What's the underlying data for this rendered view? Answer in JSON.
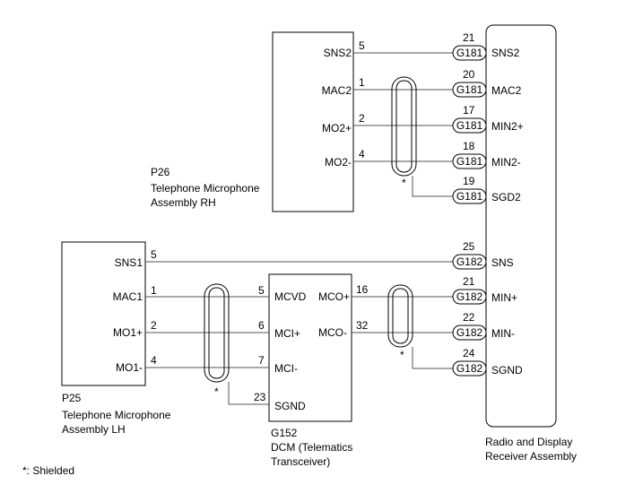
{
  "components": {
    "p26": {
      "code": "P26",
      "name_line1": "Telephone Microphone",
      "name_line2": "Assembly RH",
      "pins": [
        {
          "label": "SNS2",
          "num": "5"
        },
        {
          "label": "MAC2",
          "num": "1"
        },
        {
          "label": "MO2+",
          "num": "2"
        },
        {
          "label": "MO2-",
          "num": "4"
        }
      ]
    },
    "p25": {
      "code": "P25",
      "name_line1": "Telephone Microphone",
      "name_line2": "Assembly LH",
      "pins": [
        {
          "label": "SNS1",
          "num": "5"
        },
        {
          "label": "MAC1",
          "num": "1"
        },
        {
          "label": "MO1+",
          "num": "2"
        },
        {
          "label": "MO1-",
          "num": "4"
        }
      ]
    },
    "g152": {
      "code": "G152",
      "name_line1": "DCM (Telematics",
      "name_line2": "Transceiver)",
      "left_pins": [
        {
          "label": "MCVD",
          "num": "5"
        },
        {
          "label": "MCI+",
          "num": "6"
        },
        {
          "label": "MCI-",
          "num": "7"
        },
        {
          "label": "SGND",
          "num": "23"
        }
      ],
      "right_pins": [
        {
          "label": "MCO+",
          "num": "16"
        },
        {
          "label": "MCO-",
          "num": "32"
        }
      ]
    },
    "radio": {
      "name_line1": "Radio and Display",
      "name_line2": "Receiver Assembly",
      "pins": [
        {
          "connector": "G181",
          "num": "21",
          "label": "SNS2"
        },
        {
          "connector": "G181",
          "num": "20",
          "label": "MAC2"
        },
        {
          "connector": "G181",
          "num": "17",
          "label": "MIN2+"
        },
        {
          "connector": "G181",
          "num": "18",
          "label": "MIN2-"
        },
        {
          "connector": "G181",
          "num": "19",
          "label": "SGD2"
        },
        {
          "connector": "G182",
          "num": "25",
          "label": "SNS"
        },
        {
          "connector": "G182",
          "num": "21",
          "label": "MIN+"
        },
        {
          "connector": "G182",
          "num": "22",
          "label": "MIN-"
        },
        {
          "connector": "G182",
          "num": "24",
          "label": "SGND"
        }
      ]
    }
  },
  "shield_mark": "*",
  "footnote": "*: Shielded"
}
